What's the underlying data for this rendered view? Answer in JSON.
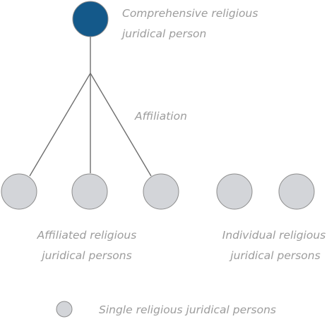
{
  "diagram": {
    "root_label_lines": [
      "Comprehensive religious",
      "juridical person"
    ],
    "edge_label": "Affiliation",
    "affiliated_label_lines": [
      "Affiliated religious",
      "juridical persons"
    ],
    "individual_label_lines": [
      "Individual religious",
      "juridical persons"
    ],
    "legend_label": "Single religious juridical persons",
    "colors": {
      "root_fill": "#14598a",
      "node_fill": "#d3d5d9",
      "node_stroke": "#8c8c8c",
      "edge": "#6e6e6e",
      "text": "#9c9c9c"
    }
  }
}
